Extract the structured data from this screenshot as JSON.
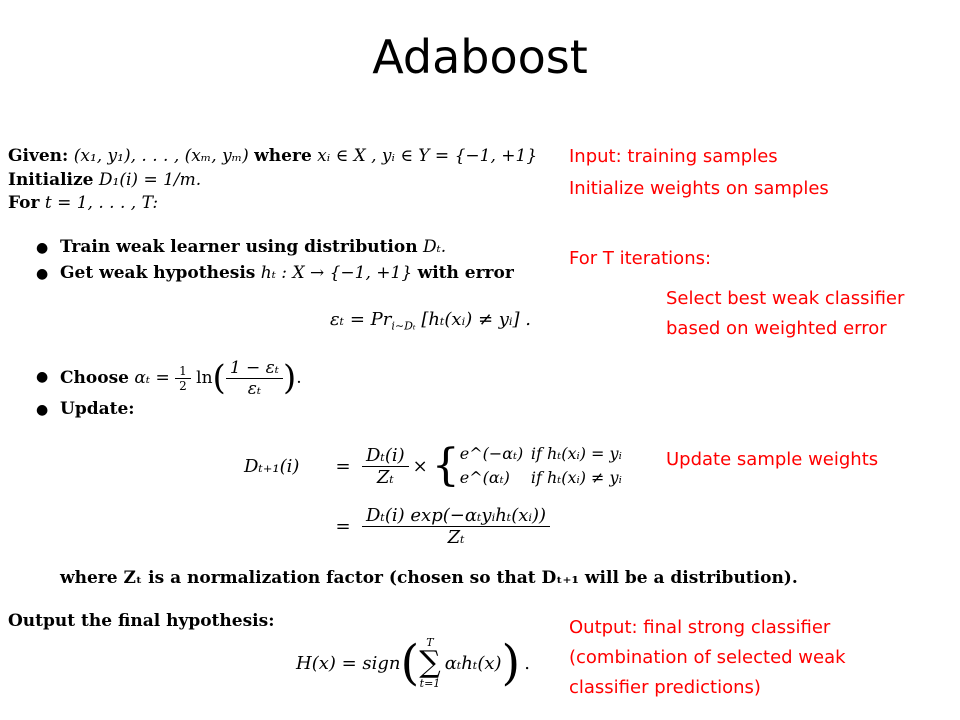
{
  "slide": {
    "title": "Adaboost",
    "algorithm": {
      "given_label": "Given:",
      "given_expr": "(x₁, y₁), . . . , (xₘ, yₘ)",
      "given_where": "where",
      "given_cond": "xᵢ ∈ X , yᵢ ∈ Y = {−1, +1}",
      "init_label": "Initialize",
      "init_expr": "D₁(i) = 1/m.",
      "for_label": "For",
      "for_expr": "t = 1, . . . , T:",
      "bullet_symbol": "●",
      "train_text": "Train weak learner using distribution",
      "train_dist": "Dₜ.",
      "hyp_text": "Get weak hypothesis",
      "hyp_expr": "hₜ : X → {−1, +1}",
      "hyp_suffix": "with error",
      "error_lhs": "εₜ = Pr",
      "error_sub": "i∼Dₜ",
      "error_rhs": "[hₜ(xᵢ) ≠ yᵢ] .",
      "choose_text": "Choose",
      "choose_lhs": "αₜ =",
      "choose_half_num": "1",
      "choose_half_den": "2",
      "choose_ln": "ln",
      "choose_num": "1 − εₜ",
      "choose_den": "εₜ",
      "choose_end": ".",
      "update_text": "Update:",
      "update_lhs": "Dₜ₊₁(i)",
      "update_eq": "=",
      "update_frac_num": "Dₜ(i)",
      "update_frac_den": "Zₜ",
      "update_times": "×",
      "case1_val": "e^(−αₜ)",
      "case1_cond": "if hₜ(xᵢ) = yᵢ",
      "case2_val": "e^(αₜ)",
      "case2_cond": "if hₜ(xᵢ) ≠ yᵢ",
      "update2_num": "Dₜ(i) exp(−αₜyᵢhₜ(xᵢ))",
      "update2_den": "Zₜ",
      "where_text": "where Zₜ is a normalization factor (chosen so that Dₜ₊₁ will be a distribution).",
      "output_label": "Output the final hypothesis:",
      "final_lhs": "H(x) = sign",
      "final_sum_top": "T",
      "final_sum_bottom": "t=1",
      "final_term": "αₜhₜ(x)",
      "final_end": "."
    },
    "notes": {
      "input": "Input: training samples",
      "init": "Initialize weights on samples",
      "iter": "For T iterations:",
      "select_1": "Select best weak classifier",
      "select_2": "based on weighted error",
      "update": "Update sample weights",
      "output_1": "Output: final strong classifier",
      "output_2": "(combination of selected weak",
      "output_3": "classifier predictions)"
    },
    "colors": {
      "annotation": "#ff0000",
      "text": "#000000",
      "background": "#ffffff"
    }
  }
}
